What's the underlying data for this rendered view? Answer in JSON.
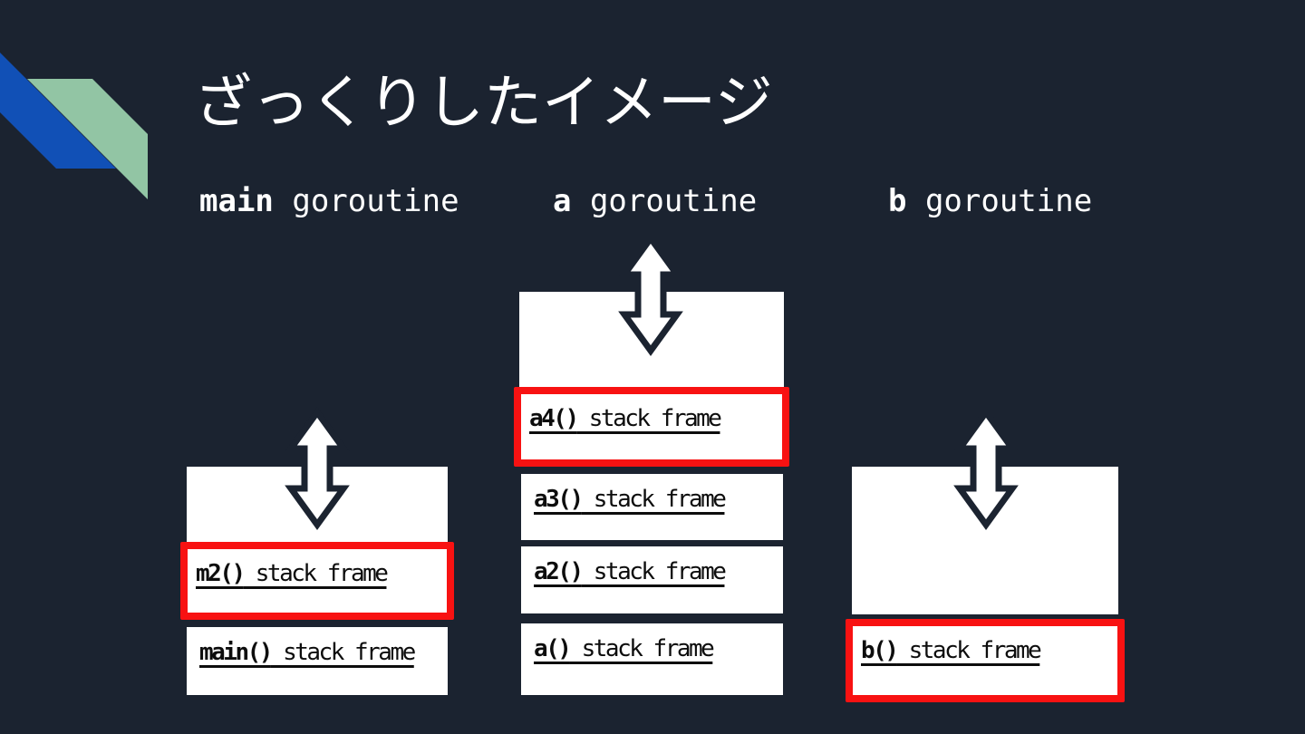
{
  "slide": {
    "title": "ざっくりしたイメージ"
  },
  "columns": [
    {
      "header": {
        "name": "main",
        "suffix": " goroutine"
      },
      "frames": [
        {
          "fn": "m2()",
          "suffix": " stack frame",
          "highlighted": true
        },
        {
          "fn": "main()",
          "suffix": " stack frame",
          "highlighted": false
        }
      ]
    },
    {
      "header": {
        "name": "a",
        "suffix": " goroutine"
      },
      "frames": [
        {
          "fn": "a4()",
          "suffix": " stack frame",
          "highlighted": true
        },
        {
          "fn": "a3()",
          "suffix": " stack frame",
          "highlighted": false
        },
        {
          "fn": "a2()",
          "suffix": " stack frame",
          "highlighted": false
        },
        {
          "fn": "a()",
          "suffix": " stack frame",
          "highlighted": false
        }
      ]
    },
    {
      "header": {
        "name": "b",
        "suffix": " goroutine"
      },
      "frames": [
        {
          "fn": "b()",
          "suffix": " stack frame",
          "highlighted": true
        }
      ]
    }
  ],
  "icons": {
    "arrow": "up-down-arrow"
  },
  "colors": {
    "background": "#1b2330",
    "box_fill": "#ffffff",
    "box_text": "#0d0d0d",
    "highlight_border": "#f81212",
    "header_text": "#ffffff",
    "decoration_blue": "#1150b6",
    "decoration_green": "#92c5a4",
    "arrow_fill": "#ffffff",
    "arrow_outline": "#1b2330"
  }
}
